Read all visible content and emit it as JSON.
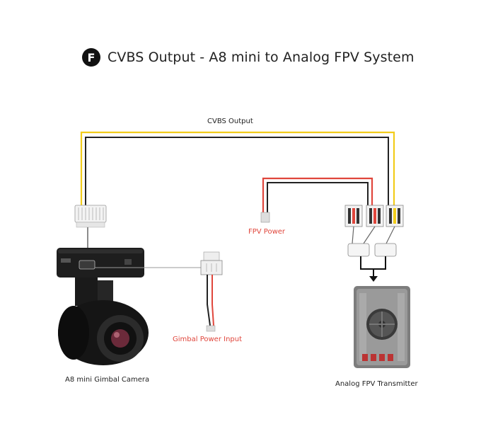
{
  "header": {
    "badge": "F",
    "title": "CVBS Output - A8 mini to Analog FPV System"
  },
  "labels": {
    "cvbs_output": "CVBS Output",
    "fpv_power": "FPV Power",
    "gimbal_power_input": "Gimbal Power Input",
    "camera_name": "A8 mini Gimbal Camera",
    "transmitter_name": "Analog FPV Transmitter"
  },
  "colors": {
    "signal_wire": "#f2cc1a",
    "ground_wire": "#222222",
    "power_wire": "#e0463c",
    "label_red": "#e0463c"
  }
}
